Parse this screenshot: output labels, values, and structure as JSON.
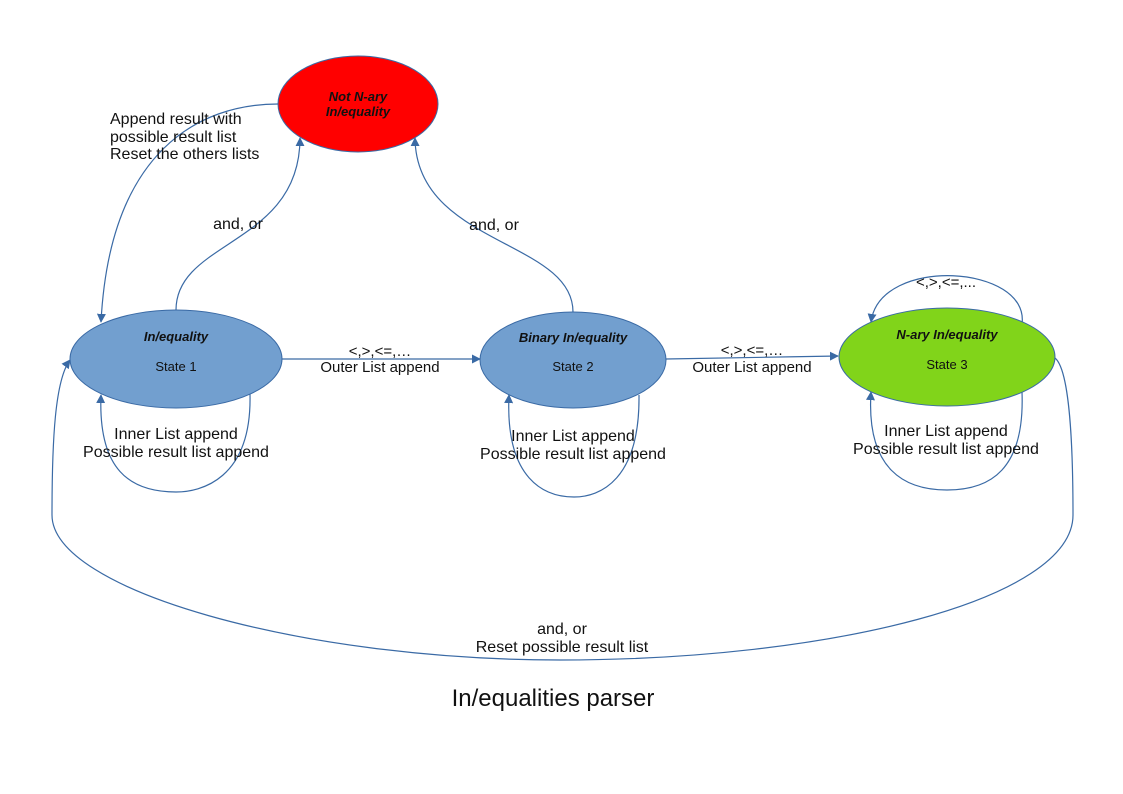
{
  "diagram": {
    "title": "In/equalities parser",
    "colors": {
      "edge": "#3a6aa5",
      "red_node": "#ff0000",
      "blue_node": "#729fcf",
      "green_node": "#81d41a"
    },
    "nodes": {
      "not_nary": {
        "title_line1": "Not N-ary",
        "title_line2": "In/equality"
      },
      "state1": {
        "title": "In/equality",
        "subtitle": "State 1"
      },
      "state2": {
        "title": "Binary In/equality",
        "subtitle": "State 2"
      },
      "state3": {
        "title": "N-ary In/equality",
        "subtitle": "State 3"
      }
    },
    "edges": {
      "not_nary_to_state1": {
        "line1": "Append result with",
        "line2": "possible result list",
        "line3": "Reset the others lists"
      },
      "state1_to_not_nary": "and, or",
      "state2_to_not_nary": "and, or",
      "state1_to_state2": {
        "line1": "<,>,<=,…",
        "line2": "Outer List append"
      },
      "state2_to_state3": {
        "line1": "<,>,<=,…",
        "line2": "Outer List append"
      },
      "state3_self_top": "<,>,<=,...",
      "state1_self": {
        "line1": "Inner List append",
        "line2": "Possible result list append"
      },
      "state2_self": {
        "line1": "Inner List append",
        "line2": "Possible result list append"
      },
      "state3_self": {
        "line1": "Inner List append",
        "line2": "Possible result list append"
      },
      "state3_to_state1": {
        "line1": "and, or",
        "line2": "Reset possible result list"
      }
    }
  }
}
